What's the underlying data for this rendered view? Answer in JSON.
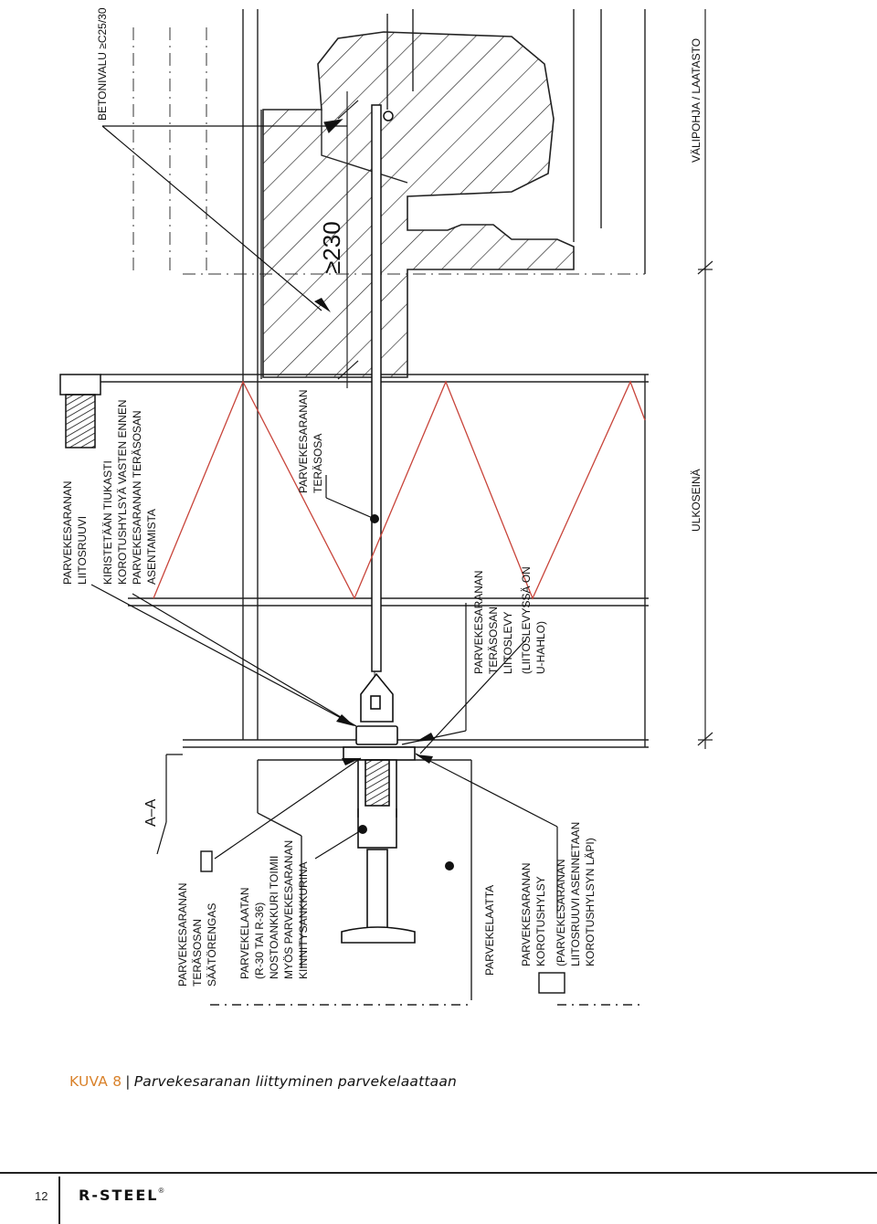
{
  "figure": {
    "labels": {
      "betonivalu": "BETONIVALU ≥C25/30",
      "valipohja": "VÄLIPOHJA / LAATASTO",
      "dimension": "≥230",
      "ulkoseina": "ULKOSEINÄ",
      "teraosa": [
        "PARVEKESARANAN",
        "TERÄSOSA"
      ],
      "liitosruuvi": [
        "PARVEKESARANAN",
        "LIITOSRUUVI"
      ],
      "kiristetaan": [
        "KIRISTETÄÄN TIUKASTI",
        "KOROTUSHYLSYÄ VASTEN ENNEN",
        "PARVEKESARANAN TERÄSOSAN",
        "ASENTAMISTA"
      ],
      "liitoslevy": [
        "PARVEKESARANAN",
        "TERÄSOSAN",
        "LIITOSLEVY",
        "(LIITOSLEVYSSÄ ON",
        "U-HAHLO)"
      ],
      "section": "A–A",
      "saatorengas": [
        "PARVEKESARANAN",
        "TERÄSOSAN",
        "SÄÄTÖRENGAS"
      ],
      "nostoankkuri": [
        "PARVEKELAATAN",
        "(R-30 TAI R-36)",
        "NOSTOANKKURI TOIMII",
        "MYÖS PARVEKESARANAN",
        "KIINNITYSANKKURINA"
      ],
      "parvekelaatta": "PARVEKELAATTA",
      "korotushylsy": [
        "PARVEKESARANAN",
        "KOROTUSHYLSY",
        "(PARVEKESARANAN",
        "LIITOSRUUVI ASENNETAAN",
        "KOROTUSHYLSYN LÄPI)"
      ]
    }
  },
  "caption": {
    "label": "KUVA 8",
    "separator": "|",
    "title": "Parvekesaranan liittyminen parvekelaattaan"
  },
  "footer": {
    "page_number": "12",
    "logo_text": "R-STEEL",
    "logo_mark": "®"
  }
}
